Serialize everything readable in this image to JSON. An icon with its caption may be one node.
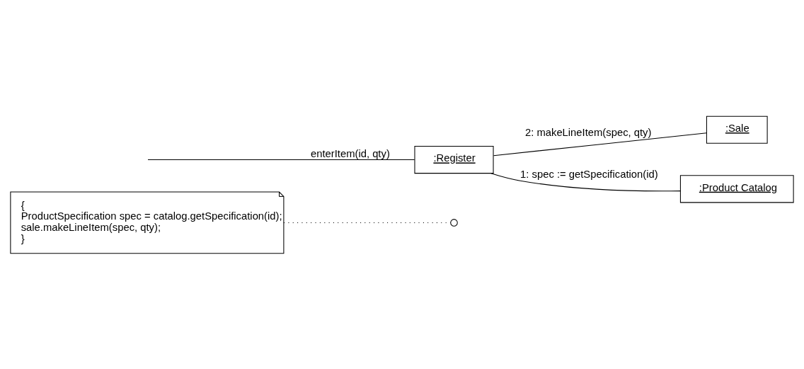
{
  "diagram": {
    "nodes": [
      {
        "text": [
          "{",
          "ProductSpecification spec = catalog.getSpecification(id);",
          "sale.makeLineItem(spec, qty);",
          "}"
        ]
      },
      {
        "text": [
          ":Register"
        ]
      },
      {
        "text": [
          ":Sale"
        ]
      },
      {
        "text": [
          ":Product Catalog"
        ]
      },
      {
        "text": [],
        "shape": "circle"
      }
    ],
    "edges": [
      {
        "from": 0,
        "to": 4,
        "arrow": "none",
        "style": "dashed"
      },
      {
        "from": null,
        "to": 1,
        "arrow": "none",
        "label": "enterItem(id, qty)"
      },
      {
        "from": 1,
        "to": 2,
        "arrow": "none",
        "label": "2: makeLineItem(spec, qty)"
      },
      {
        "from": 1,
        "to": 3,
        "arrow": "none",
        "label": "1: spec := getSpecification(id)"
      }
    ]
  }
}
